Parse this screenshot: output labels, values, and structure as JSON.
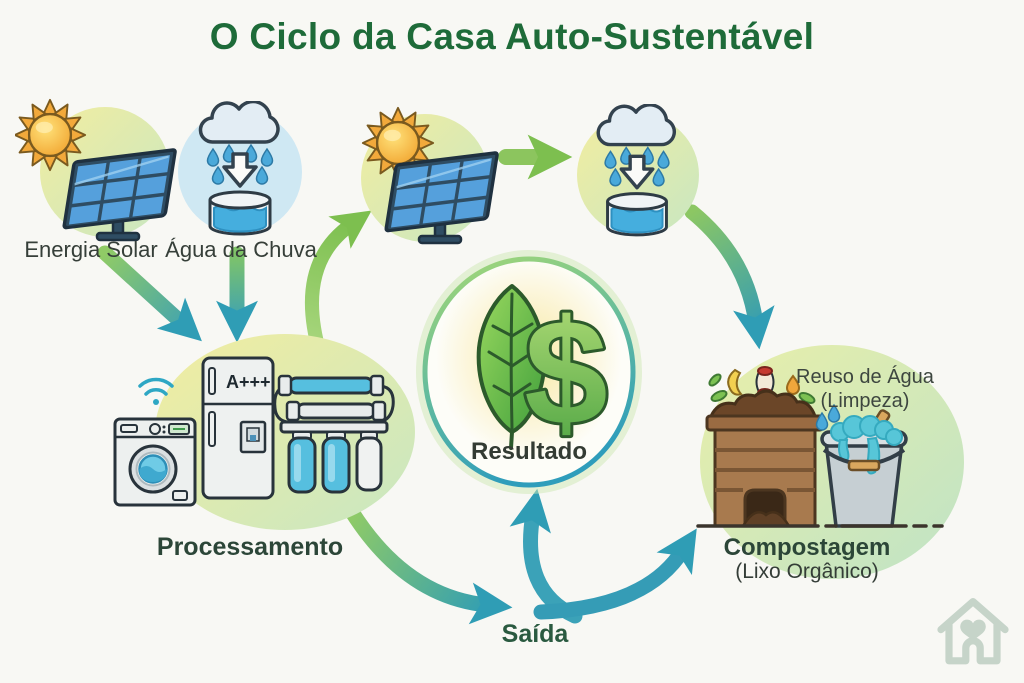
{
  "title": "O Ciclo da Casa Auto-Sustentável",
  "nodes": {
    "energia_solar": {
      "label": "Energia Solar"
    },
    "agua_chuva": {
      "label": "Água da Chuva"
    },
    "processamento": {
      "label": "Processamento",
      "fridge_rating": "A+++"
    },
    "resultado": {
      "label": "Resultado",
      "dollar_glyph": "$"
    },
    "compostagem": {
      "label": "Compostagem",
      "sublabel": "(Lixo Orgânico)"
    },
    "reuso_agua": {
      "line1": "Reuso de Água",
      "line2": "(Limpeza)"
    },
    "saida": {
      "label": "Saída"
    }
  },
  "icons": {
    "sun": "sun-icon",
    "solar_panel": "solar-panel-icon",
    "rain_cloud": "rain-cloud-icon",
    "water_tank": "water-tank-icon",
    "wifi": "wifi-icon",
    "washing_machine": "washing-machine-icon",
    "refrigerator": "refrigerator-icon",
    "water_filter": "water-filter-icon",
    "leaf": "leaf-icon",
    "dollar": "dollar-icon",
    "compost_bin": "compost-bin-icon",
    "bucket": "bucket-icon",
    "house_heart": "house-heart-icon"
  },
  "colors": {
    "title_green": "#1e6b39",
    "arrow_green": "#8cc55e",
    "arrow_teal": "#2f9db5",
    "water_blue": "#45aede",
    "circle_yellow_green": "#f2eda0",
    "circle_blue": "#cfe8f3",
    "compost_brown": "#a87a4e",
    "background": "#f8f8f4"
  }
}
